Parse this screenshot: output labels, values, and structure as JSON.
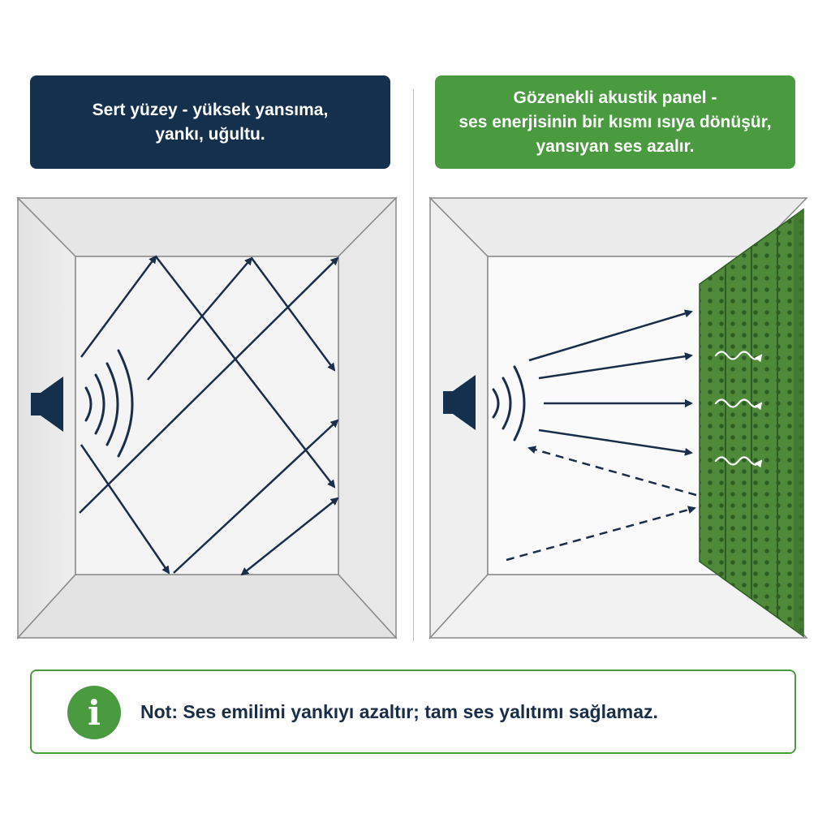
{
  "left_panel": {
    "label": "Sert yüzey - yüksek yansıma,\nyankı, uğultu."
  },
  "right_panel": {
    "label": "Gözenekli akustik panel -\nses enerjisinin bir kısmı ısıya dönüşür,\nyansıyan ses azalır."
  },
  "note": {
    "icon": "info-icon",
    "text": "Not: Ses emilimi yankıyı azaltır; tam ses yalıtımı sağlamaz."
  },
  "colors": {
    "navy": "#14304d",
    "green": "#4a9a3f",
    "arrow": "#1a2e4a",
    "panel_green": "#4f8a3a"
  },
  "icons": [
    "speaker-icon",
    "sound-wave-icon",
    "heat-wave-icon",
    "info-icon"
  ]
}
